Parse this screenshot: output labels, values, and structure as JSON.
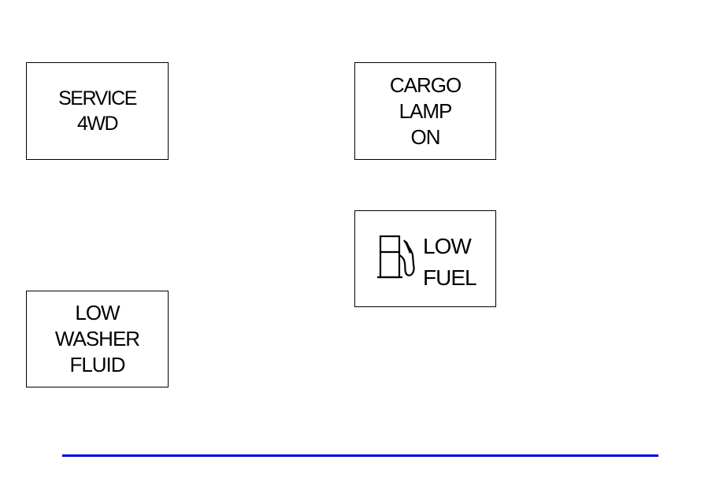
{
  "warning_lights": {
    "service_4wd": {
      "lines": [
        "SERVICE",
        "4WD"
      ]
    },
    "cargo_lamp": {
      "lines": [
        "CARGO",
        "LAMP",
        "ON"
      ]
    },
    "low_washer_fluid": {
      "lines": [
        "LOW",
        "WASHER",
        "FLUID"
      ]
    },
    "low_fuel": {
      "icon": "fuel-pump-icon",
      "lines": [
        "LOW",
        "FUEL"
      ]
    }
  },
  "colors": {
    "footer_rule": "#0000e0",
    "border": "#000000"
  }
}
